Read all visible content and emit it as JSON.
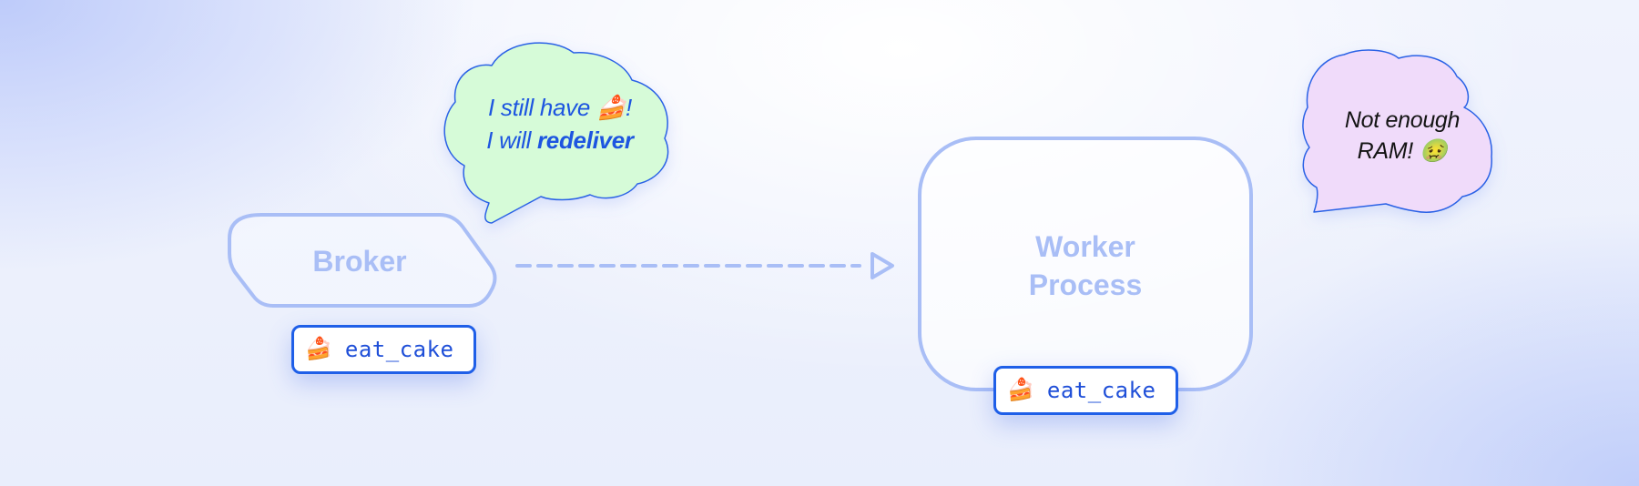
{
  "broker": {
    "label": "Broker",
    "task_emoji": "🍰",
    "task_name": "eat_cake",
    "bubble_line1": "I still have 🍰!",
    "bubble_line2_prefix": "I will ",
    "bubble_line2_bold": "redeliver"
  },
  "worker": {
    "label_line1": "Worker",
    "label_line2": "Process",
    "task_emoji": "🍰",
    "task_name": "eat_cake",
    "bubble_line1": "Not enough",
    "bubble_line2": "RAM! 🤢"
  },
  "colors": {
    "node_stroke": "#a9bef6",
    "task_border": "#1f5fe8",
    "broker_bubble_fill": "#d6fbd8",
    "worker_bubble_fill": "#f0dbfa",
    "bubble_stroke": "#2a62e6"
  }
}
